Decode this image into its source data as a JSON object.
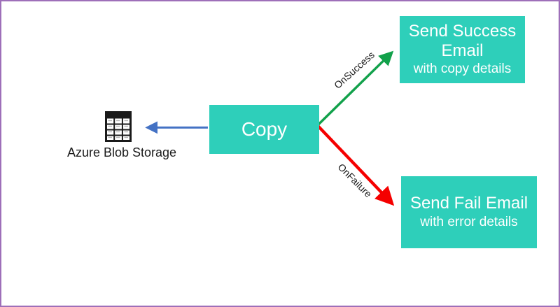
{
  "diagram": {
    "source": {
      "label": "Azure Blob Storage"
    },
    "copy_activity": {
      "label": "Copy"
    },
    "success_activity": {
      "title": "Send Success Email",
      "subtitle": "with copy details"
    },
    "failure_activity": {
      "title": "Send Fail Email",
      "subtitle": "with error details"
    },
    "edge_labels": {
      "success": "OnSuccess",
      "failure": "OnFailure"
    }
  },
  "colors": {
    "activity_fill": "#2ECFBA",
    "activity_text": "#FFFFFF",
    "edge_success": "#12A14B",
    "edge_failure": "#F50000",
    "edge_copy": "#4472C4",
    "canvas_border": "#9E6FB9",
    "label_text": "#1A1A1A"
  }
}
